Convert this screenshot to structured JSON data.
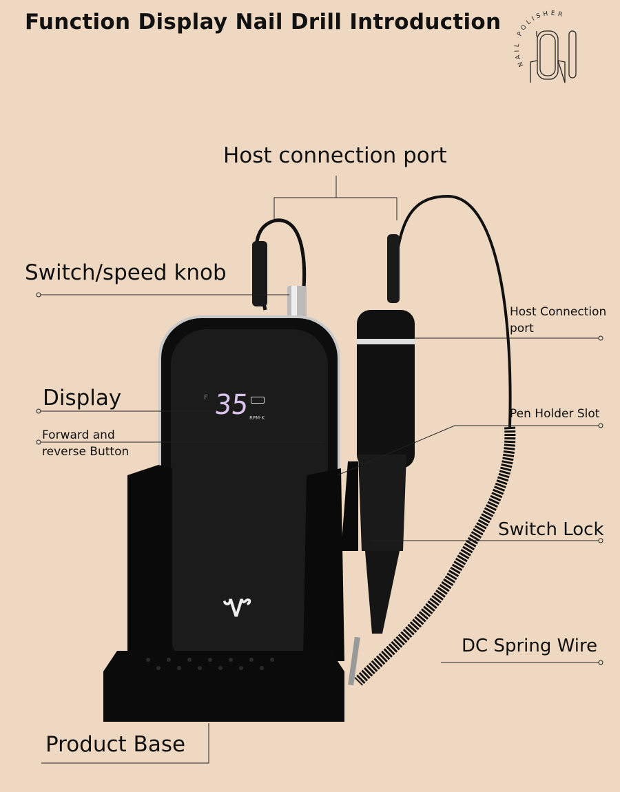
{
  "title": "Function Display Nail Drill Introduction",
  "logo": {
    "text": "NAIL POLISHER",
    "icon": "nail-drill-logo-icon"
  },
  "display": {
    "mode": "F",
    "value": "35",
    "unit": "RPM·K",
    "icon": "battery-icon"
  },
  "labels": {
    "host_port_top": "Host connection port",
    "switch_knob": "Switch/speed knob",
    "display": "Display",
    "forward_reverse_1": "Forward and",
    "forward_reverse_2": "reverse Button",
    "host_port_right_1": "Host Connection",
    "host_port_right_2": "port",
    "pen_holder": "Pen Holder Slot",
    "switch_lock": "Switch Lock",
    "dc_wire": "DC Spring Wire",
    "product_base": "Product Base"
  },
  "colors": {
    "background": "#eed8c1",
    "device": "#111111",
    "display_digits": "#d9c2ec"
  }
}
